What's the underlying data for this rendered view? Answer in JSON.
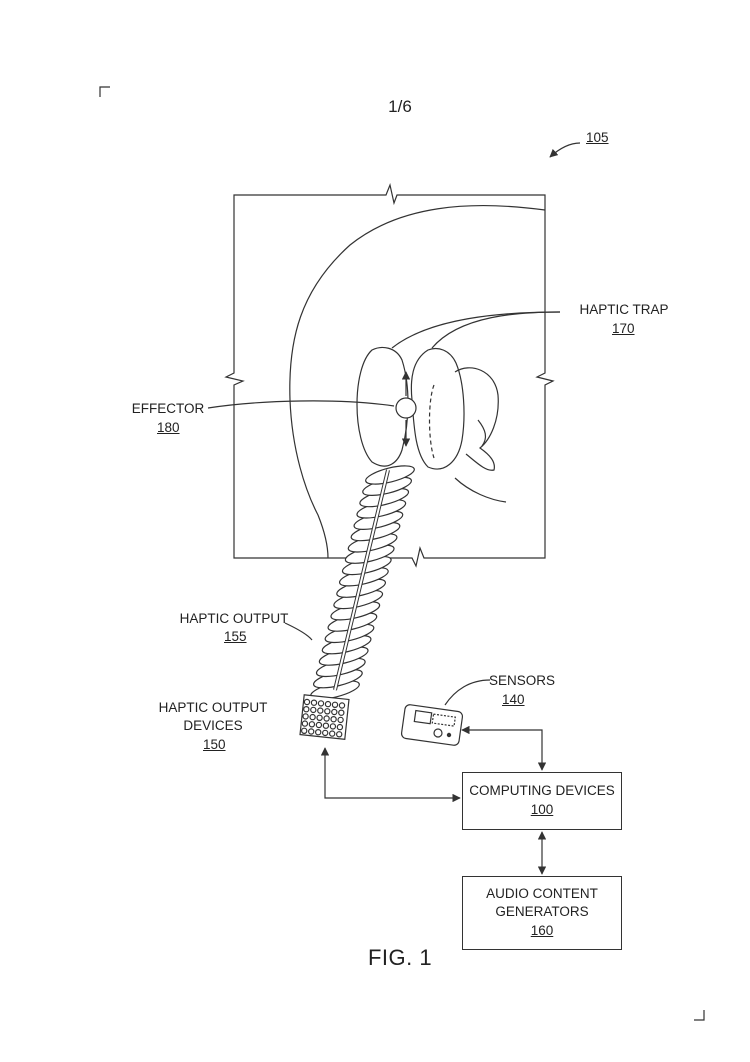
{
  "sheet": {
    "page_number": "1/6",
    "figure_label": "FIG. 1"
  },
  "references": {
    "system": "105"
  },
  "labels": {
    "haptic_trap": {
      "name": "HAPTIC TRAP",
      "ref": "170"
    },
    "effector": {
      "name": "EFFECTOR",
      "ref": "180"
    },
    "haptic_output": {
      "name": "HAPTIC OUTPUT",
      "ref": "155"
    },
    "haptic_output_devices": {
      "name_line1": "HAPTIC OUTPUT",
      "name_line2": "DEVICES",
      "ref": "150"
    },
    "sensors": {
      "name": "SENSORS",
      "ref": "140"
    }
  },
  "boxes": {
    "computing_devices": {
      "name": "COMPUTING DEVICES",
      "ref": "100"
    },
    "audio_content_generators": {
      "name_line1": "AUDIO CONTENT",
      "name_line2": "GENERATORS",
      "ref": "160"
    }
  }
}
